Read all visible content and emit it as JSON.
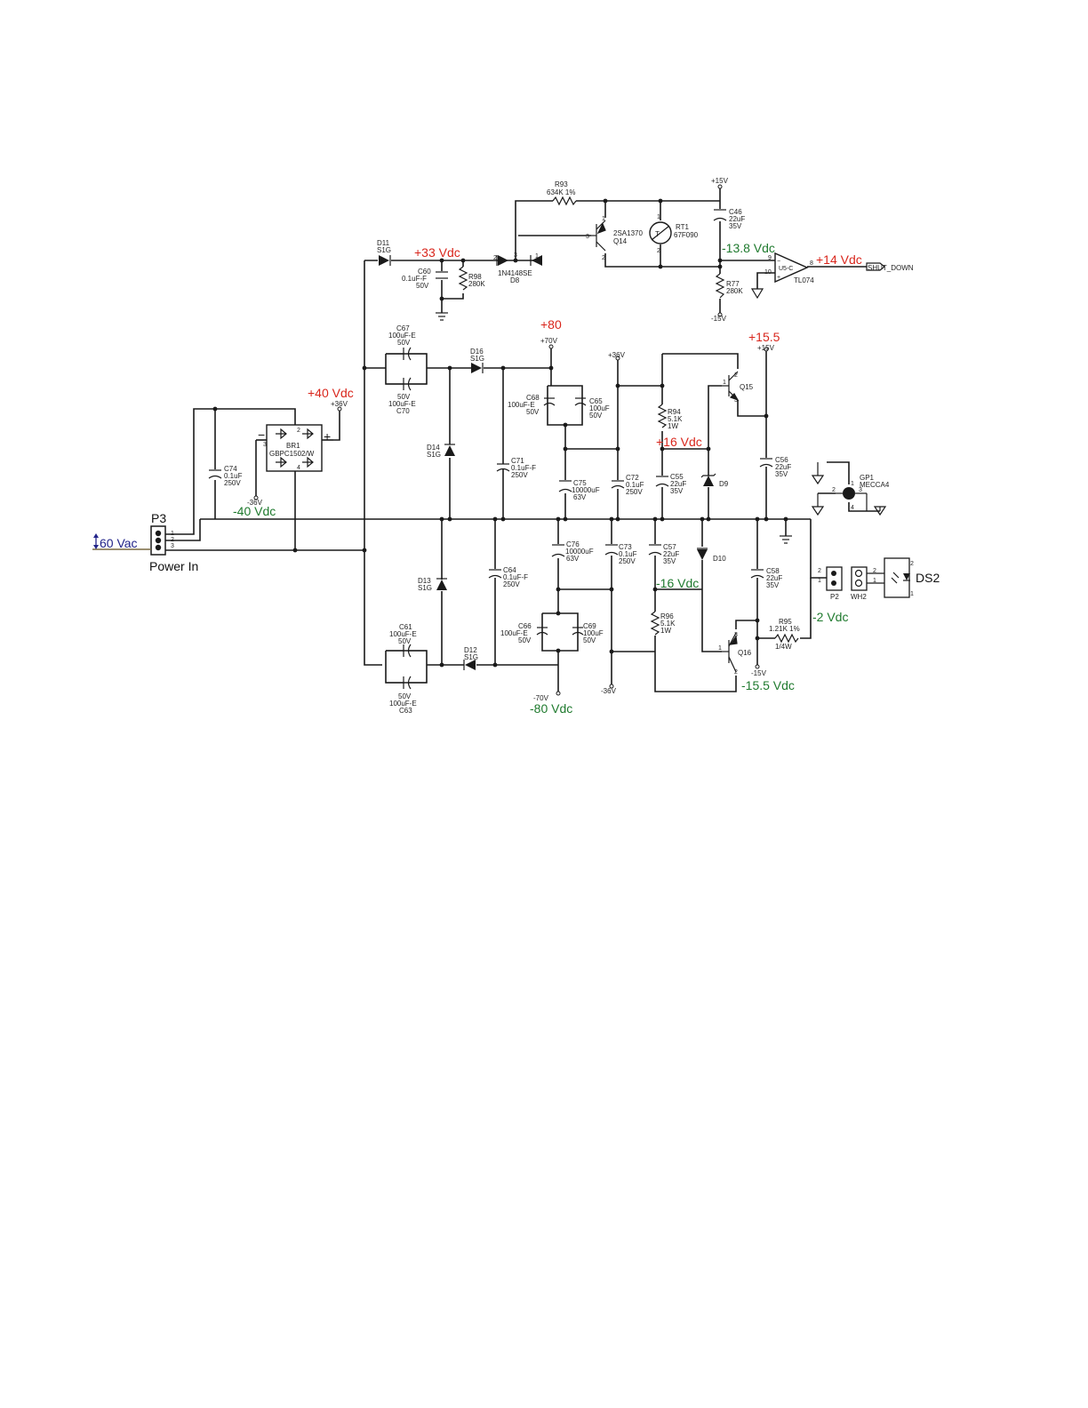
{
  "colors": {
    "wire": "#1a1a1a",
    "positive": "#d9261c",
    "negative": "#1f7a2e",
    "input": "#22248a"
  },
  "connector": {
    "ref": "P3",
    "name": "Power In",
    "pins": [
      "1",
      "2",
      "3"
    ],
    "input_voltage": "60 Vac"
  },
  "voltages": {
    "v33": "+33 Vdc",
    "v40": "+40 Vdc",
    "vn40": "-40 Vdc",
    "v80": "+80",
    "v155": "+15.5",
    "v16": "+16 Vdc",
    "vn16": "-16 Vdc",
    "vn138": "-13.8 Vdc",
    "v14": "+14 Vdc",
    "vn2": "-2 Vdc",
    "vn155": "-15.5 Vdc",
    "vn80": "-80 Vdc"
  },
  "rails": {
    "p15": "+15V",
    "n15": "-15V",
    "p36": "+36V",
    "n36": "-36V",
    "p70": "+70V",
    "n70": "-70V"
  },
  "components": {
    "R93": [
      "R93",
      "634K 1%"
    ],
    "Q14": [
      "2SA1370",
      "Q14"
    ],
    "RT1": [
      "RT1",
      "67F090"
    ],
    "C46": [
      "C46",
      "22uF",
      "35V"
    ],
    "D11": [
      "D11",
      "S1G"
    ],
    "C60": [
      "C60",
      "0.1uF-F",
      "50V"
    ],
    "R98": [
      "R98",
      "280K"
    ],
    "D8": [
      "1N4148SE",
      "D8"
    ],
    "R77": [
      "R77",
      "280K"
    ],
    "U5": [
      "U5-C",
      "TL074"
    ],
    "SHUT": "SHUT_DOWN",
    "C67": [
      "C67",
      "100uF-E",
      "50V"
    ],
    "C70": [
      "50V",
      "100uF-E",
      "C70"
    ],
    "D16": [
      "D16",
      "S1G"
    ],
    "C68": [
      "C68",
      "100uF-E",
      "50V"
    ],
    "C65": [
      "C65",
      "100uF",
      "50V"
    ],
    "R94": [
      "R94",
      "5.1K",
      "1W"
    ],
    "Q15": "Q15",
    "BR1": [
      "BR1",
      "GBPC1502/W"
    ],
    "C74": [
      "C74",
      "0.1uF",
      "250V"
    ],
    "D14": [
      "D14",
      "S1G"
    ],
    "C71": [
      "C71",
      "0.1uF-F",
      "250V"
    ],
    "C75": [
      "C75",
      "10000uF",
      "63V"
    ],
    "C72": [
      "C72",
      "0.1uF",
      "250V"
    ],
    "C55": [
      "C55",
      "22uF",
      "35V"
    ],
    "D9": "D9",
    "C56": [
      "C56",
      "22uF",
      "35V"
    ],
    "GP1": [
      "GP1",
      "MECCA4"
    ],
    "D13": [
      "D13",
      "S1G"
    ],
    "C64": [
      "C64",
      "0.1uF-F",
      "250V"
    ],
    "C76": [
      "C76",
      "10000uF",
      "63V"
    ],
    "C73": [
      "C73",
      "0.1uF",
      "250V"
    ],
    "C57": [
      "C57",
      "22uF",
      "35V"
    ],
    "D10": "D10",
    "C58": [
      "C58",
      "22uF",
      "35V"
    ],
    "P2": "P2",
    "WH2": "WH2",
    "DS2": "DS2",
    "R96": [
      "R96",
      "5.1K",
      "1W"
    ],
    "C66": [
      "C66",
      "100uF-E",
      "50V"
    ],
    "C69": [
      "C69",
      "100uF",
      "50V"
    ],
    "R95": [
      "R95",
      "1.21K 1%",
      "1/4W"
    ],
    "Q16": "Q16",
    "C61": [
      "C61",
      "100uF-E",
      "50V"
    ],
    "C63": [
      "50V",
      "100uF-E",
      "C63"
    ],
    "D12": [
      "D12",
      "S1G"
    ]
  }
}
